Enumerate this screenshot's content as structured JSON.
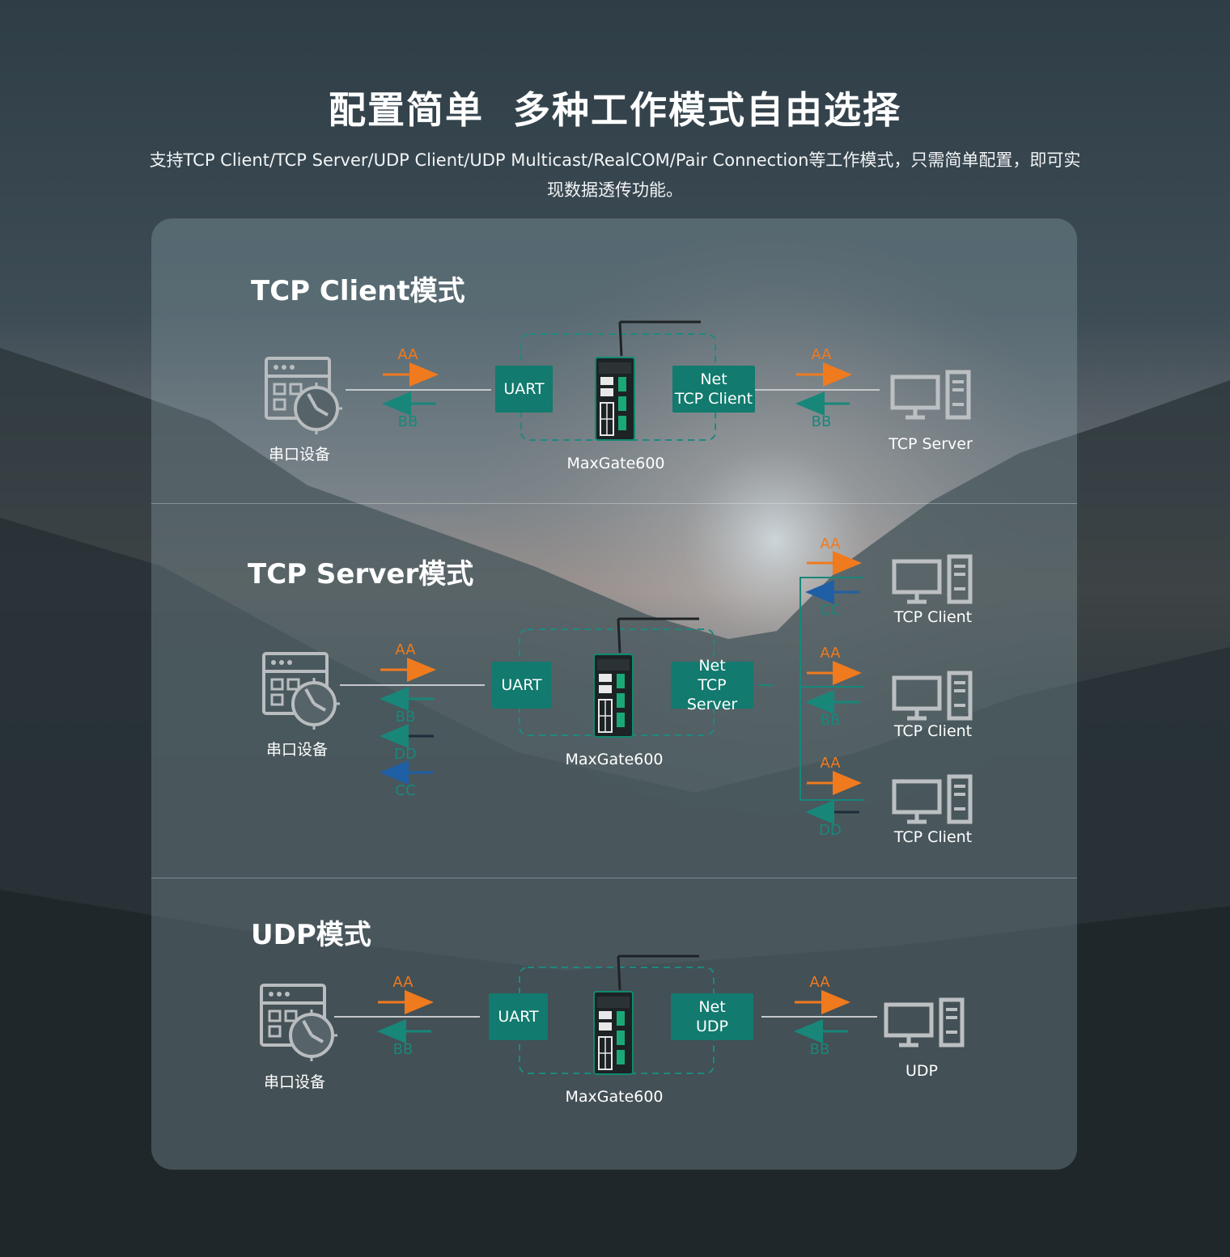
{
  "title": "配置简单  多种工作模式自由选择",
  "subtitle": "支持TCP Client/TCP Server/UDP Client/UDP Multicast/RealCOM/Pair Connection等工作模式，只需简单配置，即可实现数据透传功能。",
  "colors": {
    "accent_teal": "#127a6e",
    "arrow_orange": "#f07a1e",
    "arrow_teal": "#18877a",
    "arrow_blue": "#1f5fa5"
  },
  "sections": {
    "tcp_client": {
      "title": "TCP Client模式",
      "device_label": "串口设备",
      "uart_label": "UART",
      "gateway_label": "MaxGate600",
      "net_line1": "Net",
      "net_line2": "TCP Client",
      "left_send": "AA",
      "left_recv": "BB",
      "right_send": "AA",
      "right_recv": "BB",
      "peer_label": "TCP Server"
    },
    "tcp_server": {
      "title": "TCP Server模式",
      "device_label": "串口设备",
      "uart_label": "UART",
      "gateway_label": "MaxGate600",
      "net_line1": "Net",
      "net_line2": "TCP Server",
      "left_send": "AA",
      "left_recv": [
        "BB",
        "DD",
        "CC"
      ],
      "clients": [
        {
          "send": "AA",
          "recv": "CC",
          "label": "TCP Client"
        },
        {
          "send": "AA",
          "recv": "BB",
          "label": "TCP Client"
        },
        {
          "send": "AA",
          "recv": "DD",
          "label": "TCP Client"
        }
      ]
    },
    "udp": {
      "title": "UDP模式",
      "device_label": "串口设备",
      "uart_label": "UART",
      "gateway_label": "MaxGate600",
      "net_line1": "Net",
      "net_line2": "UDP",
      "left_send": "AA",
      "left_recv": "BB",
      "right_send": "AA",
      "right_recv": "BB",
      "peer_label": "UDP"
    }
  },
  "icons": [
    "serial-device-icon",
    "gateway-device-icon",
    "computer-icon",
    "antenna-icon"
  ]
}
